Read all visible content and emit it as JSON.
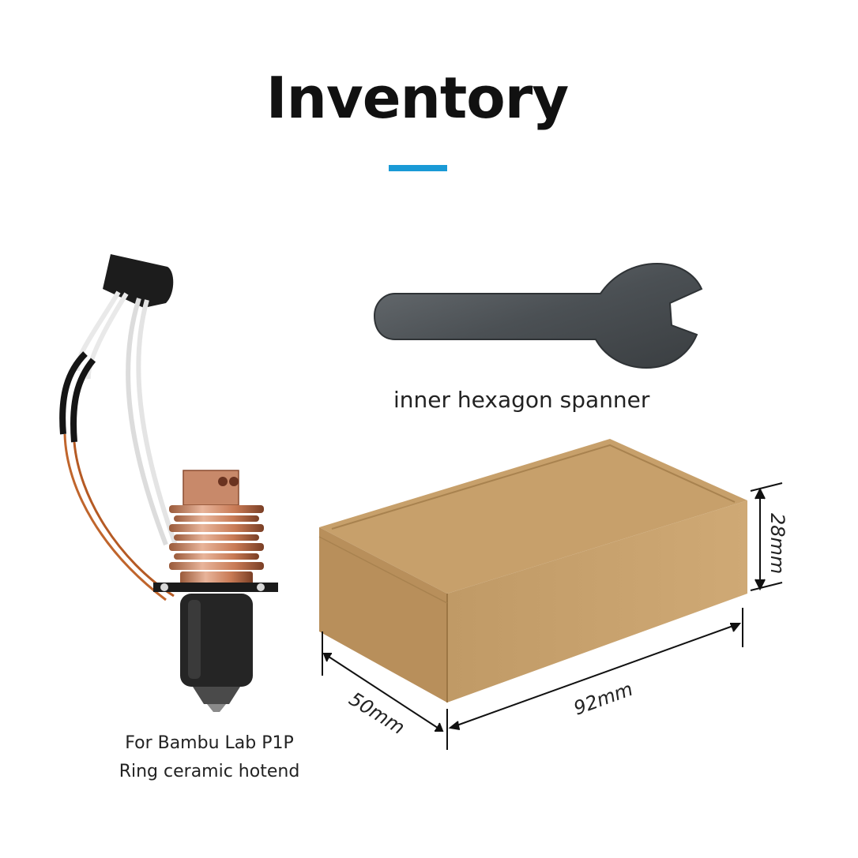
{
  "page": {
    "title": "Inventory",
    "accent_color": "#1a9ad6"
  },
  "items": {
    "spanner": {
      "caption": "inner hexagon spanner",
      "icon": "spanner-icon"
    },
    "hotend": {
      "caption_line1": "For Bambu Lab P1P",
      "caption_line2": "Ring ceramic hotend",
      "icon": "hotend-icon"
    },
    "box": {
      "icon": "box-icon",
      "dimensions": {
        "height": "28mm",
        "depth": "50mm",
        "length": "92mm"
      }
    }
  }
}
